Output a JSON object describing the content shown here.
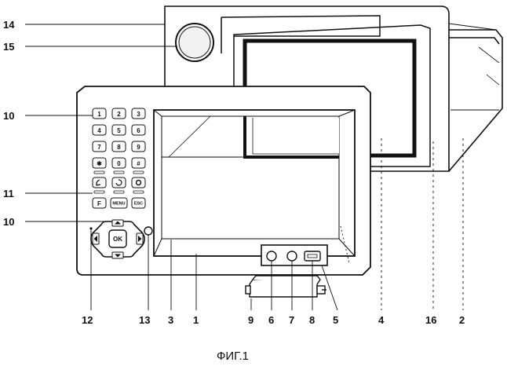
{
  "labels": {
    "l14": "14",
    "l15": "15",
    "l10a": "10",
    "l11": "11",
    "l10b": "10",
    "l12": "12",
    "l13": "13",
    "l3": "3",
    "l1": "1",
    "l9": "9",
    "l6": "6",
    "l7": "7",
    "l8": "8",
    "l5": "5",
    "l4": "4",
    "l16": "16",
    "l2": "2"
  },
  "caption": "ФИГ.1",
  "keypad": {
    "row1": [
      "1",
      "2",
      "3"
    ],
    "row2": [
      "4",
      "5",
      "6"
    ],
    "row3": [
      "7",
      "8",
      "9"
    ],
    "row4": [
      "✱",
      "0",
      "#"
    ],
    "row6": [
      "F",
      "MENU",
      "ESC"
    ],
    "ok": "OK"
  }
}
